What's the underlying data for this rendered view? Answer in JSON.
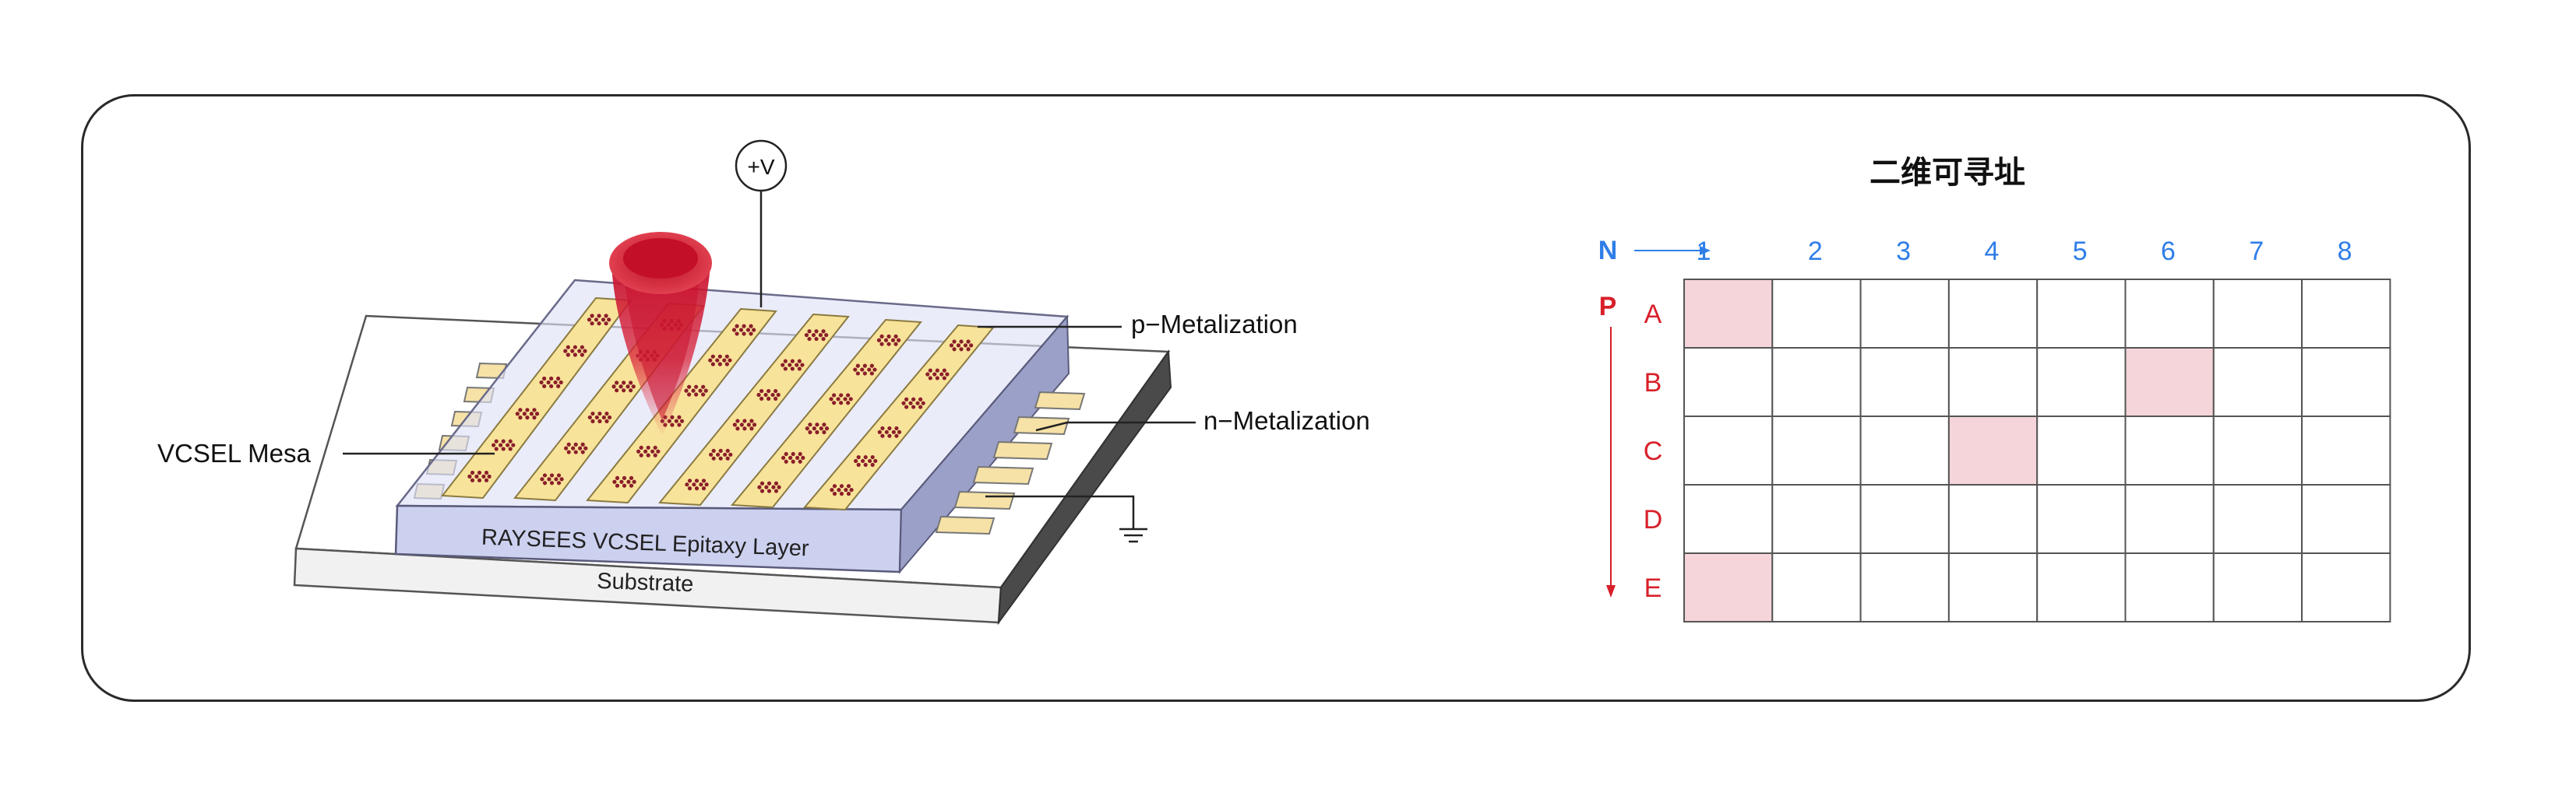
{
  "diagram": {
    "voltage_label": "+V",
    "p_metal_label": "p−Metalization",
    "n_metal_label": "n−Metalization",
    "mesa_label": "VCSEL Mesa",
    "epitaxy_label": "RAYSEES VCSEL Epitaxy Layer",
    "substrate_label": "Substrate"
  },
  "grid": {
    "title": "二维可寻址",
    "n_label": "N",
    "p_label": "P",
    "columns": [
      "1",
      "2",
      "3",
      "4",
      "5",
      "6",
      "7",
      "8"
    ],
    "rows": [
      "A",
      "B",
      "C",
      "D",
      "E"
    ],
    "highlighted_cells": [
      {
        "row": "A",
        "col": "1"
      },
      {
        "row": "B",
        "col": "6"
      },
      {
        "row": "C",
        "col": "4"
      },
      {
        "row": "E",
        "col": "1"
      }
    ],
    "colors": {
      "n_axis": "#2f7ee8",
      "p_axis": "#d8202a",
      "highlight": "#f5d5da",
      "grid_line": "#555555"
    }
  }
}
